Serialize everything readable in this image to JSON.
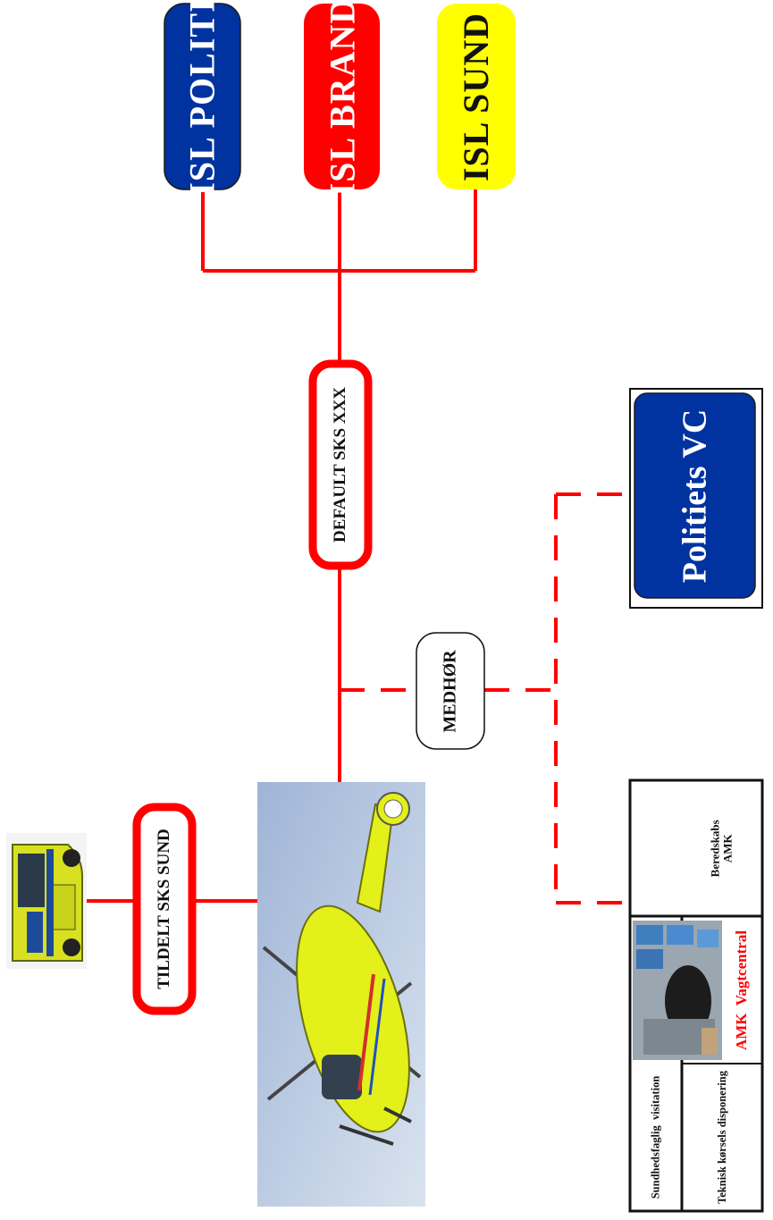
{
  "colors": {
    "police_blue": "#0033a0",
    "fire_red": "#ff0000",
    "health_yellow": "#ffff00",
    "connector_red": "#ff0000",
    "text_dark": "#111111",
    "text_white": "#ffffff"
  },
  "isl_boxes": {
    "politi": "ISL POLITI",
    "brand": "ISL BRAND",
    "sund": "ISL SUND"
  },
  "default_sks": "DEFAULT SKS XXX",
  "medhor": "MEDHØR",
  "politiets_vc": "Politiets VC",
  "tildelt_sks": "TILDELT SKS SUND",
  "amk_panel": {
    "beredskabs": "Beredskabs AMK",
    "vagtcentral": "AMK  Vagtcentral",
    "sundhedsfaglig": "Sundhedsfaglig  visitation",
    "teknisk": "Teknisk kørsels disponering"
  },
  "images": {
    "ambulance": "ambulance-photo",
    "helicopter": "helicopter-photo",
    "control_room": "control-room-photo"
  }
}
